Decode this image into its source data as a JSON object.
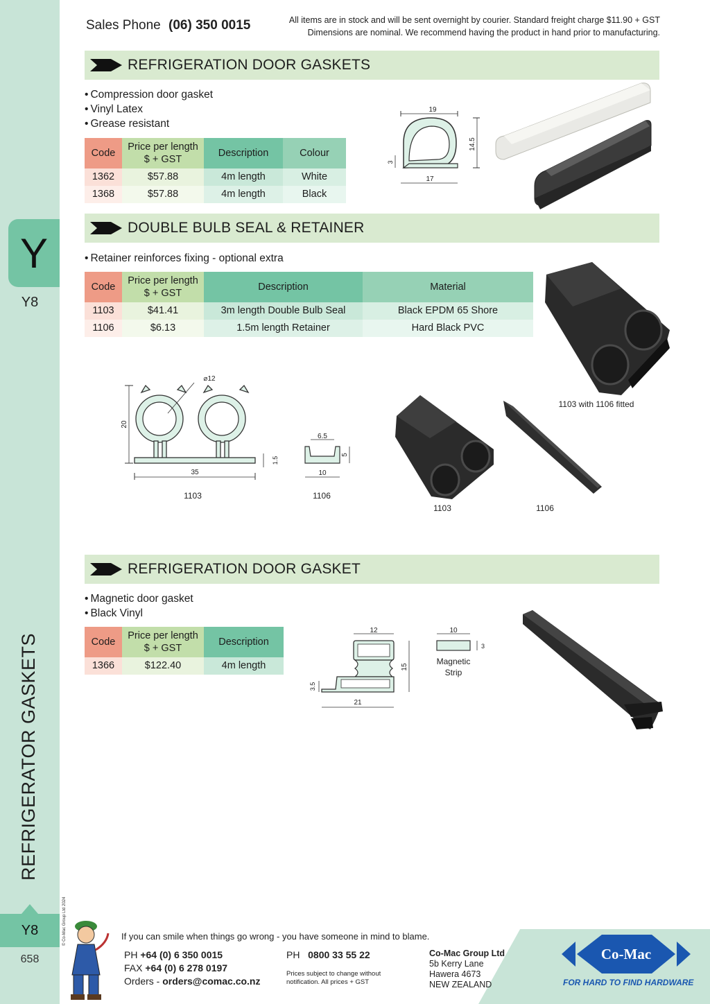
{
  "header": {
    "sales_label": "Sales Phone",
    "sales_number": "(06) 350 0015",
    "notice_line1": "All items are in stock and will be sent overnight by courier. Standard freight charge $11.90 + GST",
    "notice_line2": "Dimensions are nominal. We recommend having the product in hand prior to manufacturing."
  },
  "sidebar": {
    "tab_letter": "Y",
    "section_code": "Y8",
    "vertical_title": "REFRIGERATOR GASKETS",
    "bottom_code": "Y8",
    "page_number": "658",
    "copyright": "© Co-Mac Group Ltd 2024"
  },
  "sections": [
    {
      "title": "REFRIGERATION DOOR GASKETS",
      "bullets": [
        "Compression door gasket",
        "Vinyl Latex",
        "Grease resistant"
      ],
      "columns": [
        "Code",
        "Price per length $ + GST",
        "Description",
        "Colour"
      ],
      "price_line1": "Price per length",
      "price_line2": "$ + GST",
      "rows": [
        [
          "1362",
          "$57.88",
          "4m length",
          "White"
        ],
        [
          "1368",
          "$57.88",
          "4m length",
          "Black"
        ]
      ],
      "dims": {
        "width_top": "19",
        "height": "14.5",
        "lip": "3",
        "width_bottom": "17"
      }
    },
    {
      "title": "DOUBLE BULB SEAL & RETAINER",
      "bullets": [
        "Retainer reinforces fixing - optional extra"
      ],
      "columns": [
        "Code",
        "Price per length $ + GST",
        "Description",
        "Material"
      ],
      "price_line1": "Price per length",
      "price_line2": "$ + GST",
      "rows": [
        [
          "1103",
          "$41.41",
          "3m length Double Bulb Seal",
          "Black EPDM 65 Shore"
        ],
        [
          "1106",
          "$6.13",
          "1.5m length Retainer",
          "Hard Black PVC"
        ]
      ],
      "photo_caption": "1103 with 1106 fitted",
      "dims_1103": {
        "diameter": "⌀12",
        "height": "20",
        "width": "35",
        "base": "1.5",
        "label": "1103"
      },
      "dims_1106": {
        "top": "6.5",
        "height": "5",
        "width": "10",
        "label": "1106"
      },
      "photo_labels": [
        "1103",
        "1106"
      ]
    },
    {
      "title": "REFRIGERATION DOOR GASKET",
      "bullets": [
        "Magnetic door gasket",
        "Black Vinyl"
      ],
      "columns": [
        "Code",
        "Price per length $ + GST",
        "Description"
      ],
      "price_line1": "Price per length",
      "price_line2": "$ + GST",
      "rows": [
        [
          "1366",
          "$122.40",
          "4m length"
        ]
      ],
      "dims": {
        "top": "12",
        "height": "15",
        "lip": "3.5",
        "width": "21"
      },
      "strip": {
        "width": "10",
        "height": "3",
        "label1": "Magnetic",
        "label2": "Strip"
      }
    }
  ],
  "footer": {
    "slogan": "If you can smile when things go wrong - you have someone in mind to blame.",
    "ph_label": "PH",
    "ph_number": "+64 (0) 6 350 0015",
    "fax_label": "FAX",
    "fax_number": "+64 (0) 6 278 0197",
    "orders_label": "Orders -",
    "orders_email": "orders@comac.co.nz",
    "ph2_label": "PH",
    "ph2_number": "0800 33 55 22",
    "fine_line1": "Prices subject to change without",
    "fine_line2": "notification. All prices + GST",
    "company_name": "Co-Mac Group Ltd",
    "address1": "5b Kerry Lane",
    "address2": "Hawera 4673",
    "address3": "NEW ZEALAND",
    "logo_text": "Co-Mac",
    "tagline": "FOR HARD TO FIND HARDWARE"
  },
  "colors": {
    "side_strip": "#c8e4d7",
    "side_tab": "#74c4a4",
    "banner": "#d9ead0",
    "code_header": "#ee9b86",
    "price_header": "#c2deaa",
    "desc_header": "#74c4a4",
    "brand_blue": "#1a57b0"
  }
}
